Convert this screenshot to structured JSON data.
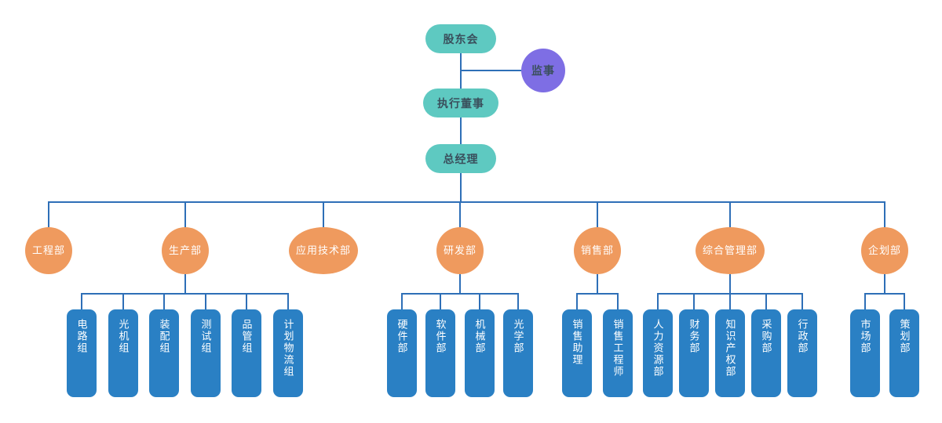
{
  "colors": {
    "teal": "#5ec9c1",
    "purple": "#7e6ee4",
    "orange": "#ef9a5e",
    "blue": "#2a80c4",
    "line": "#2e6fb7",
    "dark-text": "#3a4f5c",
    "light-text": "#ffffff",
    "background": "#ffffff"
  },
  "org": {
    "shareholders": "股东会",
    "supervisor": "监事",
    "executive_director": "执行董事",
    "general_manager": "总经理",
    "departments": [
      {
        "label": "工程部",
        "children": []
      },
      {
        "label": "生产部",
        "children": [
          "电路组",
          "光机组",
          "装配组",
          "测试组",
          "品管组",
          "计划物流组"
        ]
      },
      {
        "label": "应用技术部",
        "children": []
      },
      {
        "label": "研发部",
        "children": [
          "硬件部",
          "软件部",
          "机械部",
          "光学部"
        ]
      },
      {
        "label": "销售部",
        "children": [
          "销售助理",
          "销售工程师"
        ]
      },
      {
        "label": "综合管理部",
        "children": [
          "人力资源部",
          "财务部",
          "知识产权部",
          "采购部",
          "行政部"
        ]
      },
      {
        "label": "企划部",
        "children": [
          "市场部",
          "策划部"
        ]
      }
    ]
  }
}
